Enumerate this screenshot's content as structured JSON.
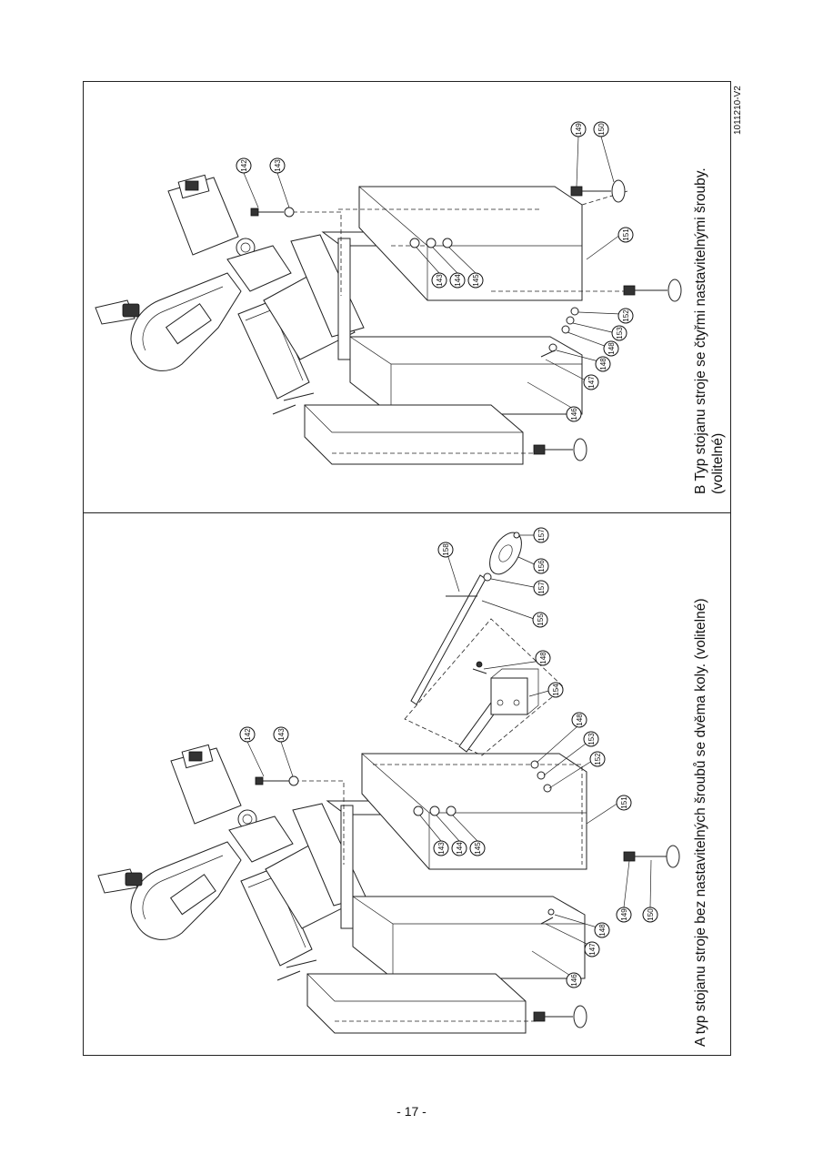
{
  "document": {
    "drawing_code": "1011210-V2",
    "page_number": "- 17 -"
  },
  "panel_a": {
    "caption": "A typ stojanu stroje bez nastavitelných šroubů se dvěma koly. (volitelné)",
    "callouts": [
      "142",
      "143",
      "143",
      "144",
      "145",
      "151",
      "148",
      "153",
      "152",
      "154",
      "148",
      "155",
      "157",
      "156",
      "157",
      "158",
      "149",
      "150",
      "148",
      "147",
      "146"
    ]
  },
  "panel_b": {
    "caption_line1": "B Typ stojanu stroje se čtyřmi nastavitelnými šrouby.",
    "caption_line2": "(volitelné)",
    "callouts": [
      "142",
      "143",
      "149",
      "150",
      "151",
      "143",
      "144",
      "145",
      "152",
      "153",
      "148",
      "148",
      "147",
      "146"
    ]
  }
}
